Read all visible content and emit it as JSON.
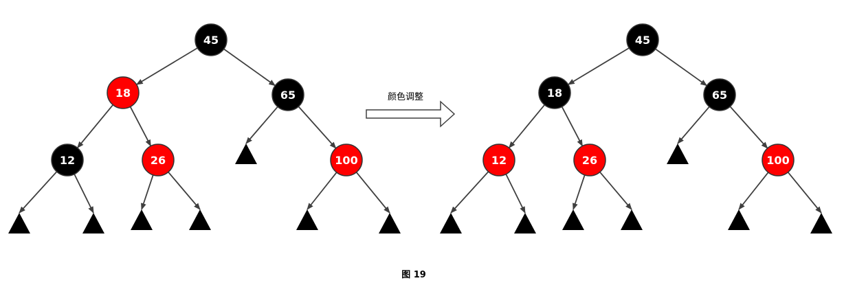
{
  "caption": "图 19",
  "arrow_label": "颜色调整",
  "colors": {
    "black": "#000000",
    "red": "#ff0000",
    "edge": "#3f3f3f",
    "nil": "#000000"
  },
  "trees": [
    {
      "id": "before",
      "nodes": [
        {
          "id": "45",
          "label": "45",
          "color": "black"
        },
        {
          "id": "18",
          "label": "18",
          "color": "red"
        },
        {
          "id": "65",
          "label": "65",
          "color": "black"
        },
        {
          "id": "12",
          "label": "12",
          "color": "black"
        },
        {
          "id": "26",
          "label": "26",
          "color": "red"
        },
        {
          "id": "100",
          "label": "100",
          "color": "red"
        }
      ]
    },
    {
      "id": "after",
      "nodes": [
        {
          "id": "45",
          "label": "45",
          "color": "black"
        },
        {
          "id": "18",
          "label": "18",
          "color": "black"
        },
        {
          "id": "65",
          "label": "65",
          "color": "black"
        },
        {
          "id": "12",
          "label": "12",
          "color": "red"
        },
        {
          "id": "26",
          "label": "26",
          "color": "red"
        },
        {
          "id": "100",
          "label": "100",
          "color": "red"
        }
      ]
    }
  ]
}
